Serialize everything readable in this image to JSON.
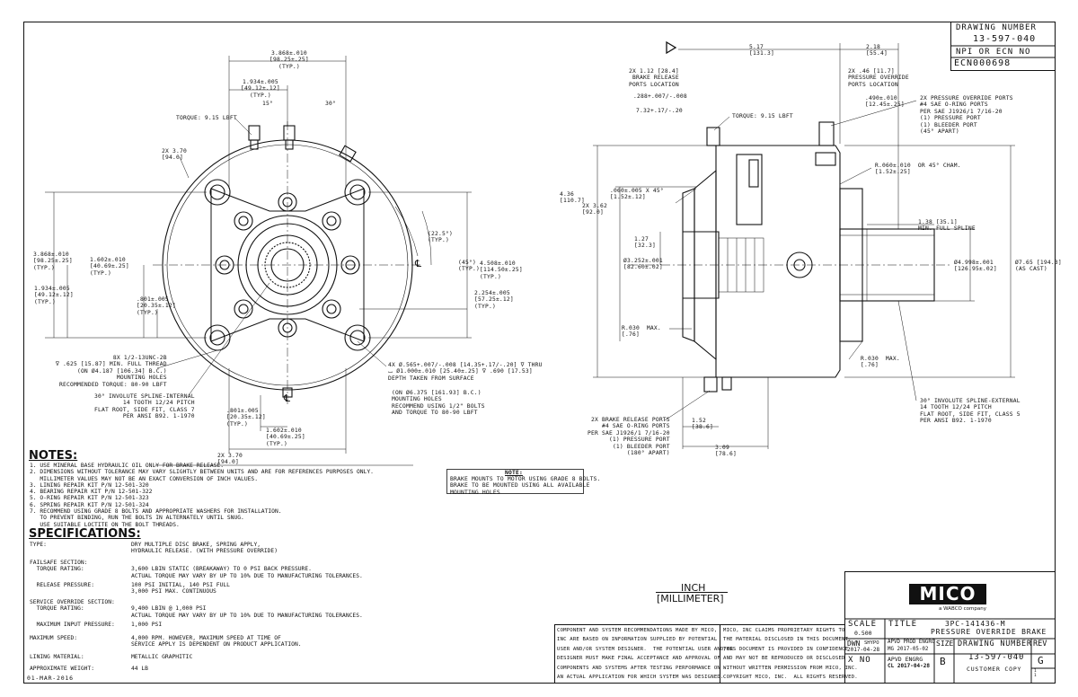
{
  "drawing_number_box": {
    "label": "DRAWING NUMBER",
    "value": "13-597-040",
    "npi_label": "NPI OR ECN NO",
    "ecn_value": "ECN000698"
  },
  "front_view_labels": {
    "dim_top": "3.868±.010\n[98.25±.25]\n(TYP.)",
    "dim_top2": "1.934±.005\n[49.12±.12]\n(TYP.)",
    "angle15": "15°",
    "angle30": "30°",
    "torque": "TORQUE: 9.15 LBFT",
    "dia_2x": "2X 3.70\n[94.0]",
    "angle22": "(22.5°)\n(TYP.)",
    "angle45": "(45°)\n(TYP.)",
    "left_dim1": "3.868±.010\n[98.25±.25]\n(TYP.)",
    "left_dim2": "1.602±.010\n[40.69±.25]\n(TYP.)",
    "left_dim3": "1.934±.005\n[49.12±.12]\n(TYP.)",
    "left_dim4": ".801±.005\n[20.35±.12]\n(TYP.)",
    "right_dim1": "4.508±.010\n[114.50±.25]\n(TYP.)",
    "right_dim2": "2.254±.005\n[57.25±.12]\n(TYP.)",
    "thread_note": "8X 1/2-13UNC-2B\n∇ .625 [15.87] MIN. FULL THREAD\n(ON Ø4.187 [106.34] B.C.)\nMOUNTING HOLES\nRECOMMENDED TORQUE: 80-90 LBFT",
    "spline_note": "30° INVOLUTE SPLINE-INTERNAL\n14 TOOTH 12/24 PITCH\nFLAT ROOT, SIDE FIT, CLASS 7\nPER ANSI B92. 1-1970",
    "bottom_dim1": ".801±.005\n[20.35±.12]\n(TYP.)",
    "bottom_dim2": "1.602±.010\n[40.69±.25]\n(TYP.)",
    "bottom_dia": "2X 3.70\n[94.0]",
    "hole_note": "4X Ø.565+.007/-.008 [14.35+.17/-.20] ∇ THRU\n⌴ Ø1.000±.010 [25.40±.25] ∇ .690 [17.53]\nDEPTH TAKEN FROM SURFACE",
    "hole_note2": "(ON Ø6.375 [161.93] B.C.)\nMOUNTING HOLES\nRECOMMEND USING 1/2\" BOLTS\nAND TORQUE TO 80-90 LBFT",
    "centerline": "℄"
  },
  "side_view_labels": {
    "top_dim": "5.17\n[131.3]",
    "top_dim2": "2.18\n[55.4]",
    "brake_ports": "2X 1.12 [28.4]\nBRAKE RELEASE\nPORTS LOCATION",
    "override_ports": "2X .46 [11.7]\nPRESSURE OVERRIDE\nPORTS LOCATION",
    "tol1": ".288+.007/-.008",
    "tol2": "7.32+.17/-.20",
    "torque": "TORQUE: 9.15 LBFT",
    "dim490": ".490±.010\n[12.45±.25]",
    "override_note": "2X PRESSURE OVERRIDE PORTS\n#4 SAE O-RING PORTS\nPER SAE J1926/1 7/16-20\n(1) PRESSURE PORT\n(1) BLEEDER PORT\n(45° APART)",
    "chamfer": "R.060±.010  OR 45° CHAM.\n[1.52±.25]",
    "left436": "4.36\n[110.7]",
    "left362": "2X 3.62\n[92.0]",
    "chamfer2": ".060±.005 X 45°\n[1.52±.12]",
    "spline_len": "1.38 [35.1]\nMIN. FULL SPLINE",
    "dim127": "1.27\n[32.3]",
    "dia3252": "Ø3.252±.001\n[82.60±.02]",
    "dia4998": "Ø4.998±.001\n[126.95±.02]",
    "dia765": "Ø7.65 [194.3]\n(AS CAST)",
    "r030a": "R.030  MAX.\n[.76]",
    "r030b": "R.030  MAX.\n[.76]",
    "ext_spline": "30° INVOLUTE SPLINE-EXTERNAL\n14 TOOTH 12/24 PITCH\nFLAT ROOT, SIDE FIT, CLASS 5\nPER ANSI B92. 1-1970",
    "brake_release_note": "2X BRAKE RELEASE PORTS\n#4 SAE O-RING PORTS\nPER SAE J1926/1 7/16-20\n(1) PRESSURE PORT\n(1) BLEEDER PORT\n(180° APART)",
    "dim152": "1.52\n[38.6]",
    "dim309": "3.09\n[78.6]"
  },
  "notes": {
    "title": "NOTES:",
    "items": "1. USE MINERAL BASE HYDRAULIC OIL ONLY FOR BRAKE RELEASE.\n2. DIMENSIONS WITHOUT TOLERANCE MAY VARY SLIGHTLY BETWEEN UNITS AND ARE FOR REFERENCES PURPOSES ONLY.\n   MILLIMETER VALUES MAY NOT BE AN EXACT CONVERSION OF INCH VALUES.\n3. LINING REPAIR KIT P/N 12-501-320\n4. BEARING REPAIR KIT P/N 12-501-322\n5. O-RING REPAIR KIT P/N 12-501-323\n6. SPRING REPAIR KIT P/N 12-501-324\n7. RECOMMEND USING GRADE 8 BOLTS AND APPROPRIATE WASHERS FOR INSTALLATION.\n   TO PREVENT BINDING, RUN THE BOLTS IN ALTERNATELY UNTIL SNUG.\n   USE SUITABLE LOCTITE ON THE BOLT THREADS.",
    "box_title": "NOTE:",
    "box_text": "BRAKE MOUNTS TO MOTOR USING GRADE 8 BOLTS.\nBRAKE TO BE MOUNTED USING ALL AVAILABLE\nMOUNTING HOLES"
  },
  "specifications": {
    "title": "SPECIFICATIONS:",
    "rows": [
      {
        "label": "TYPE:",
        "value": "DRY MULTIPLE DISC BRAKE, SPRING APPLY,\nHYDRAULIC RELEASE. (WITH PRESSURE OVERRIDE)"
      },
      {
        "label": "FAILSAFE SECTION:\n  TORQUE RATING:",
        "value": "\n3,600 LBIN STATIC (BREAKAWAY) TO 0 PSI BACK PRESSURE.\nACTUAL TORQUE MAY VARY BY UP TO 10% DUE TO MANUFACTURING TOLERANCES."
      },
      {
        "label": "  RELEASE PRESSURE:",
        "value": "100 PSI INITIAL, 140 PSI FULL\n3,000 PSI MAX. CONTINUOUS"
      },
      {
        "label": "SERVICE OVERRIDE SECTION:\n  TORQUE RATING:",
        "value": "\n9,400 LBIN @ 1,000 PSI\nACTUAL TORQUE MAY VARY BY UP TO 10% DUE TO MANUFACTURING TOLERANCES."
      },
      {
        "label": "  MAXIMUM INPUT PRESSURE:",
        "value": "1,000 PSI"
      },
      {
        "label": "MAXIMUM SPEED:",
        "value": "4,000 RPM. HOWEVER, MAXIMUM SPEED AT TIME OF\nSERVICE APPLY IS DEPENDENT ON PRODUCT APPLICATION."
      },
      {
        "label": "LINING MATERIAL:",
        "value": "METALLIC GRAPHITIC"
      },
      {
        "label": "APPROXIMATE WEIGHT:",
        "value": "44 LB"
      }
    ]
  },
  "units_label": {
    "inch": "INCH",
    "mm": "[MILLIMETER]"
  },
  "disclaimer": {
    "left": "COMPONENT AND SYSTEM RECOMMENDATIONS MADE BY MICO,\nINC ARE BASED ON INFORMATION SUPPLIED BY POTENTIAL\nUSER AND/OR SYSTEM DESIGNER.  THE POTENTIAL USER AND/OR\nDESIGNER MUST MAKE FINAL ACCEPTANCE AND APPROVAL OF\nCOMPONENTS AND SYSTEMS AFTER TESTING PERFORMANCE ON\nAN ACTUAL APPLICATION FOR WHICH SYSTEM WAS DESIGNED.",
    "right": "MICO, INC CLAIMS PROPRIETARY RIGHTS TO\nTHE MATERIAL DISCLOSED IN THIS DOCUMENT.\nTHIS DOCUMENT IS PROVIDED IN CONFIDENCE\nAND MAY NOT BE REPRODUCED OR DISCLOSED\nWITHOUT WRITTEN PERMISSION FROM MICO, INC.\nCOPYRIGHT MICO, INC.  ALL RIGHTS RESERVED."
  },
  "title_block": {
    "logo": "MICO",
    "logo_sub": "a WABCO company",
    "scale_label": "SCALE",
    "scale_value": "0.500",
    "title_label": "TITLE",
    "title_line1": "3PC-141436-M",
    "title_line2": "PRESSURE OVERRIDE BRAKE",
    "dwn_label": "DWN",
    "dwn_by": "SHYPO",
    "dwn_date": "2017-04-28",
    "apvd_prod_label": "APVD PROD ENGRG",
    "apvd_prod_value": "MG 2017-05-02",
    "size_label": "SIZE",
    "size_value": "B",
    "dn_label": "DRAWING NUMBER",
    "dn_value": "13-597-040",
    "rev_label": "REV",
    "rev_value": "G",
    "x_no": "X NO",
    "apvd_engrg_label": "APVD ENGRG",
    "apvd_engrg_value": "CL 2017-04-28",
    "customer_copy": "CUSTOMER COPY",
    "sheet_small": "1\n1"
  },
  "footer_date": "01-MAR-2016"
}
